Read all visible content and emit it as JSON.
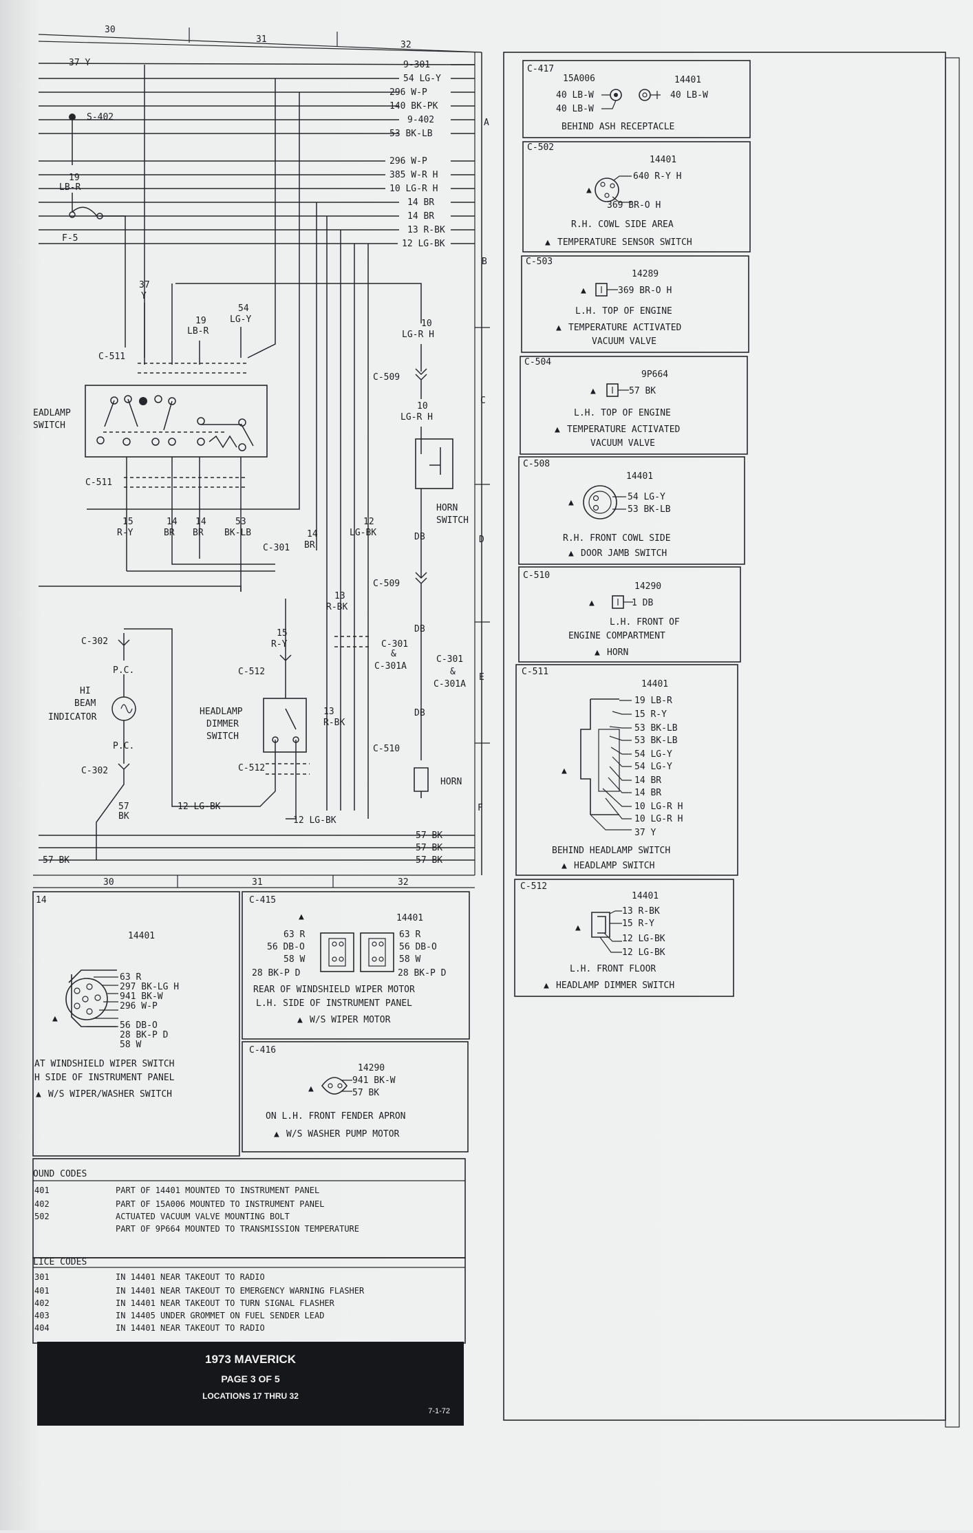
{
  "columns": {
    "top": [
      "30",
      "31",
      "32"
    ],
    "bottom": [
      "30",
      "31",
      "32"
    ]
  },
  "rows": [
    "A",
    "B",
    "C",
    "D",
    "E",
    "F"
  ],
  "wires_right": [
    "9-301",
    "54 LG-Y",
    "296 W-P",
    "140 BK-PK",
    "9-402",
    "53 BK-LB",
    "296 W-P",
    "385 W-R H",
    "10 LG-R H",
    "14 BR",
    "14 BR",
    "13 R-BK",
    "12 LG-BK"
  ],
  "wires_bottom": [
    "57 BK",
    "57 BK",
    "57 BK"
  ],
  "diagram": {
    "w37y": "37 Y",
    "s402": "S-402",
    "w19": "19",
    "lbr": "LB-R",
    "f5": "F-5",
    "a37": "37",
    "ay": "Y",
    "a19": "19",
    "albr": "LB-R",
    "a54": "54",
    "alg": "LG-Y",
    "c511a": "C-511",
    "headlamp_switch": "EADLAMP",
    "headlamp_switch2": "SWITCH",
    "c511b": "C-511",
    "b15": "15",
    "bry": "R-Y",
    "b14a": "14",
    "bbra": "BR",
    "b14b": "14",
    "bbrb": "BR",
    "b53": "53",
    "bbklb": "BK-LB",
    "c301": "C-301",
    "c14": "14",
    "cbr": "BR",
    "c12": "12",
    "clgbk": "LG-BK",
    "c509a": "C-509",
    "h10a": "10",
    "hlgrh": "LG-R H",
    "h10b": "10",
    "hlgrh2": "LG-R H",
    "horn_switch": "HORN",
    "horn_switch2": "SWITCH",
    "db1": "DB",
    "c509b": "C-509",
    "db2": "DB",
    "c13": "13",
    "crbk": "R-BK",
    "c3011": "C-301",
    "amp1": "&",
    "c301a": "C-301A",
    "c3012": "C-301",
    "amp2": "&",
    "c301a2": "C-301A",
    "db3": "DB",
    "c510": "C-510",
    "horn": "HORN",
    "c302a": "C-302",
    "pc1": "P.C.",
    "hi": "HI",
    "beam": "BEAM",
    "indicator": "INDICATOR",
    "pc2": "P.C.",
    "c302b": "C-302",
    "d57": "57",
    "dbk": "BK",
    "d15": "15",
    "dry": "R-Y",
    "c512a": "C-512",
    "dimmer": "HEADLAMP",
    "dimmer2": "DIMMER",
    "dimmer3": "SWITCH",
    "c512b": "C-512",
    "c13b": "13",
    "crbk2": "R-BK",
    "lgbk1": "12 LG-BK",
    "lgbk2": "12 LG-BK",
    "bot57": "57 BK"
  },
  "connectors": [
    {
      "id": "C-417",
      "part_a": "15A006",
      "part_b": "14401",
      "wires_a": [
        "40 LB-W",
        "40 LB-W"
      ],
      "wires_b": [
        "40 LB-W"
      ],
      "loc": [
        "BEHIND ASH RECEPTACLE"
      ]
    },
    {
      "id": "C-502",
      "part": "14401",
      "wires": [
        "640 R-Y H",
        "369 BR-O H"
      ],
      "loc": [
        "R.H. COWL SIDE AREA",
        "TEMPERATURE SENSOR SWITCH"
      ]
    },
    {
      "id": "C-503",
      "part": "14289",
      "wires": [
        "369 BR-O H"
      ],
      "loc": [
        "L.H. TOP OF ENGINE",
        "TEMPERATURE ACTIVATED",
        "VACUUM VALVE"
      ]
    },
    {
      "id": "C-504",
      "part": "9P664",
      "wires": [
        "57 BK"
      ],
      "loc": [
        "L.H. TOP OF ENGINE",
        "TEMPERATURE ACTIVATED",
        "VACUUM VALVE"
      ]
    },
    {
      "id": "C-508",
      "part": "14401",
      "wires": [
        "54 LG-Y",
        "53 BK-LB"
      ],
      "loc": [
        "R.H. FRONT COWL SIDE",
        "DOOR JAMB SWITCH"
      ]
    },
    {
      "id": "C-510",
      "part": "14290",
      "wires": [
        "1 DB"
      ],
      "loc": [
        "L.H. FRONT OF",
        "ENGINE COMPARTMENT",
        "HORN"
      ]
    },
    {
      "id": "C-511",
      "part": "14401",
      "wires": [
        "19 LB-R",
        "15 R-Y",
        "53 BK-LB",
        "53 BK-LB",
        "54 LG-Y",
        "54 LG-Y",
        "14 BR",
        "14 BR",
        "10 LG-R H",
        "10 LG-R H",
        "37 Y"
      ],
      "loc": [
        "BEHIND HEADLAMP SWITCH",
        "HEADLAMP SWITCH"
      ]
    },
    {
      "id": "C-512",
      "part": "14401",
      "wires": [
        "13 R-BK",
        "15 R-Y",
        "12 LG-BK",
        "12 LG-BK"
      ],
      "loc": [
        "L.H. FRONT FLOOR",
        "HEADLAMP DIMMER SWITCH"
      ]
    },
    {
      "id": "14",
      "part": "14401",
      "wires": [
        "63 R",
        "297 BK-LG H",
        "941 BK-W",
        "296 W-P",
        "56 DB-O",
        "28 BK-P D",
        "58 W"
      ],
      "loc": [
        "AT WINDSHIELD WIPER SWITCH",
        "H SIDE OF INSTRUMENT PANEL",
        "W/S WIPER/WASHER SWITCH"
      ]
    },
    {
      "id": "C-415",
      "part": "14401",
      "wires_left": [
        "63 R",
        "56 DB-O",
        "58 W",
        "28 BK-P D"
      ],
      "wires_right": [
        "63 R",
        "56 DB-O",
        "58 W",
        "28 BK-P D"
      ],
      "loc": [
        "REAR OF WINDSHIELD WIPER MOTOR",
        "L.H. SIDE OF INSTRUMENT PANEL",
        "W/S WIPER MOTOR"
      ]
    },
    {
      "id": "C-416",
      "part": "14290",
      "wires": [
        "941 BK-W",
        "57 BK"
      ],
      "loc": [
        "ON L.H. FRONT FENDER APRON",
        "W/S WASHER PUMP MOTOR"
      ]
    }
  ],
  "ground_codes": {
    "title": "OUND CODES",
    "rows": [
      {
        "code": "401",
        "desc": "PART OF 14401 MOUNTED TO INSTRUMENT PANEL"
      },
      {
        "code": "402",
        "desc": "PART OF 15A006 MOUNTED TO INSTRUMENT PANEL"
      },
      {
        "code": "502",
        "desc": "ACTUATED VACUUM VALVE MOUNTING BOLT"
      },
      {
        "code": "",
        "desc": "PART OF 9P664 MOUNTED TO TRANSMISSION TEMPERATURE"
      }
    ]
  },
  "splice_codes": {
    "title": "LICE CODES",
    "rows": [
      {
        "code": "301",
        "desc": "IN 14401 NEAR TAKEOUT TO RADIO"
      },
      {
        "code": "401",
        "desc": "IN 14401 NEAR TAKEOUT TO EMERGENCY WARNING FLASHER"
      },
      {
        "code": "402",
        "desc": "IN 14401 NEAR TAKEOUT TO TURN SIGNAL FLASHER"
      },
      {
        "code": "403",
        "desc": "IN 14405 UNDER GROMMET ON FUEL SENDER LEAD"
      },
      {
        "code": "404",
        "desc": "IN 14401 NEAR TAKEOUT TO RADIO"
      }
    ]
  },
  "banner": {
    "title": "1973 MAVERICK",
    "page": "PAGE 3 OF 5",
    "locations": "LOCATIONS 17 THRU 32",
    "date": "7-1-72"
  }
}
